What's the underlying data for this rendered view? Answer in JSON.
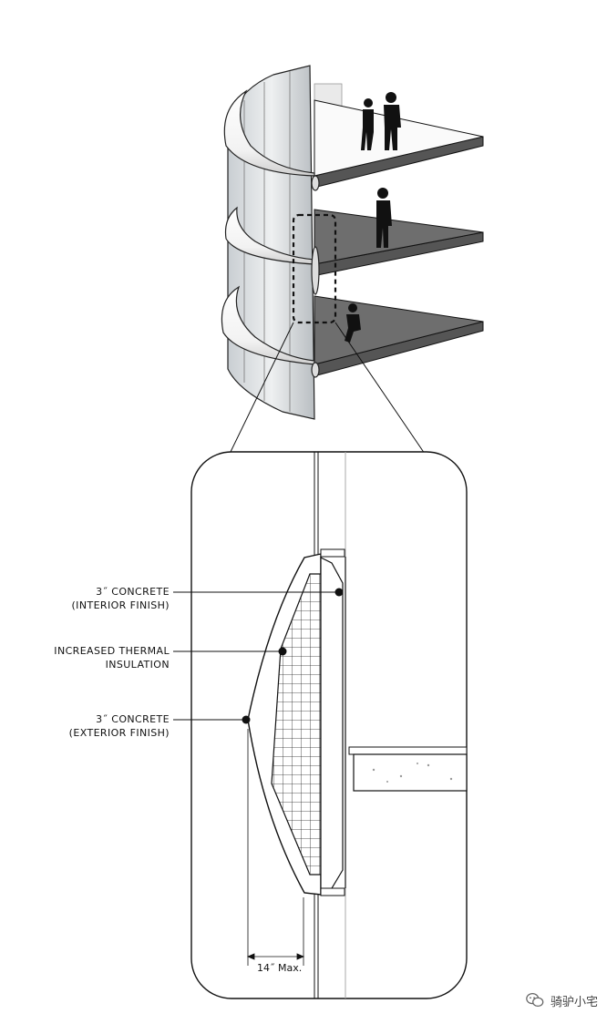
{
  "callouts": [
    {
      "line1": "3˝ CONCRETE",
      "line2": "(INTERIOR FINISH)"
    },
    {
      "line1": "INCREASED THERMAL",
      "line2": "INSULATION"
    },
    {
      "line1": "3˝ CONCRETE",
      "line2": "(EXTERIOR FINISH)"
    }
  ],
  "dimension": "14˝ Max.",
  "watermark": "骑驴小宅",
  "colors": {
    "ink": "#111111",
    "floor": "#7a7a7a",
    "glass": "#d9dde0"
  }
}
